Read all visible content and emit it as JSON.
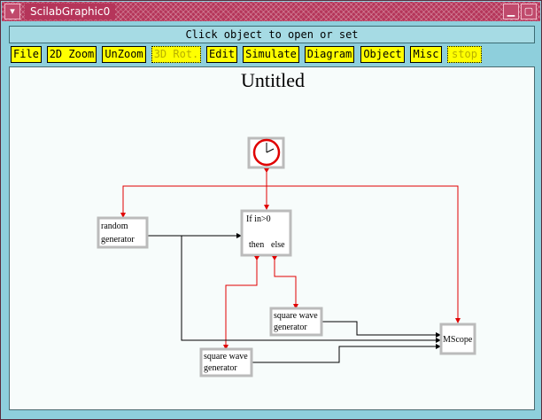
{
  "window": {
    "title": "ScilabGraphic0"
  },
  "status": {
    "text": "Click object to open or set"
  },
  "menu": [
    {
      "label": "File",
      "enabled": true
    },
    {
      "label": "2D Zoom",
      "enabled": true
    },
    {
      "label": "UnZoom",
      "enabled": true
    },
    {
      "label": "3D Rot.",
      "enabled": false
    },
    {
      "label": "Edit",
      "enabled": true
    },
    {
      "label": "Simulate",
      "enabled": true
    },
    {
      "label": "Diagram",
      "enabled": true
    },
    {
      "label": "Object",
      "enabled": true
    },
    {
      "label": "Misc",
      "enabled": true
    },
    {
      "label": "stop",
      "enabled": false
    }
  ],
  "diagram": {
    "title": "Untitled",
    "blocks": {
      "random": {
        "line1": "random",
        "line2": "generator"
      },
      "ifthen": {
        "line1": "If in>0",
        "then": "then",
        "else": "else"
      },
      "sq1": {
        "line1": "square wave",
        "line2": "generator"
      },
      "sq2": {
        "line1": "square wave",
        "line2": "generator"
      },
      "mscope": {
        "label": "MScope"
      }
    }
  },
  "colors": {
    "menu_bg": "#ffff00",
    "event_link": "#e00000",
    "data_link": "#000000",
    "titlebar": "#b5355a"
  }
}
